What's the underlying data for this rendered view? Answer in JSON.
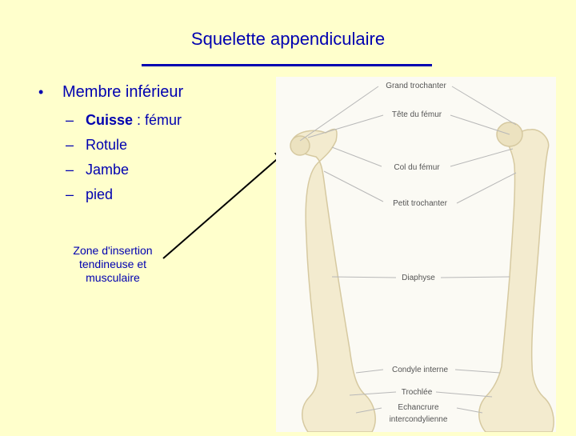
{
  "slide": {
    "title": "Squelette appendiculaire",
    "bullet_main": "Membre inférieur",
    "sub_items": [
      {
        "bold": "Cuisse",
        "rest": " : fémur"
      },
      {
        "bold": "",
        "rest": "Rotule"
      },
      {
        "bold": "",
        "rest": "Jambe"
      },
      {
        "bold": "",
        "rest": "pied"
      }
    ],
    "note_lines": [
      "Zone d'insertion",
      "tendineuse et",
      "musculaire"
    ]
  },
  "figure": {
    "labels": [
      "Grand trochanter",
      "Tête du fémur",
      "Col du fémur",
      "Petit trochanter",
      "Diaphyse",
      "Condyle interne",
      "Trochlée",
      "Echancrure",
      "intercondylienne"
    ]
  },
  "colors": {
    "background": "#ffffcc",
    "text": "#0000b0",
    "bone": "#f3ebcf",
    "bone_outline": "#d6c9a0"
  }
}
